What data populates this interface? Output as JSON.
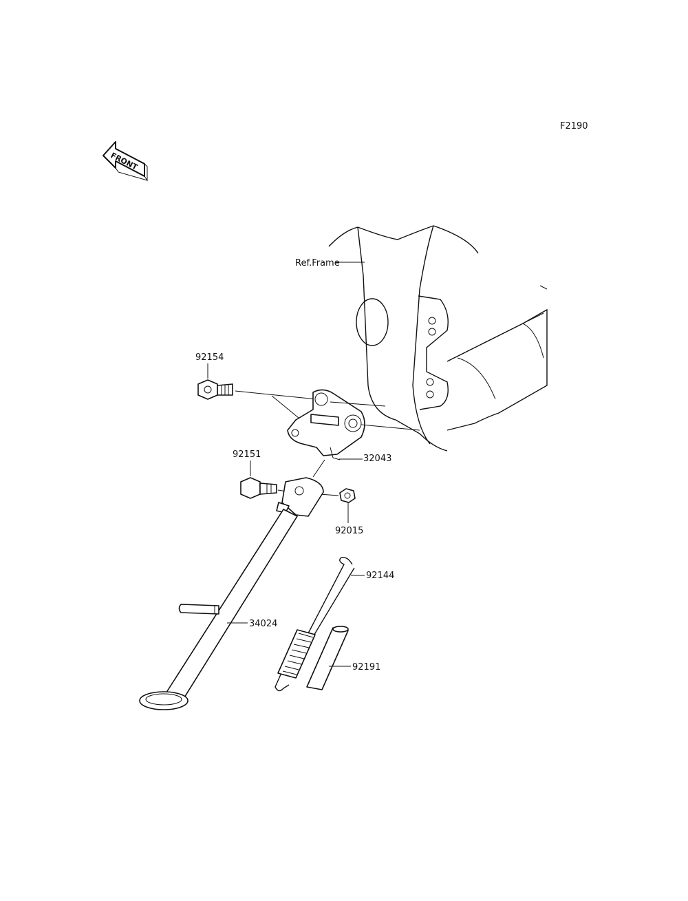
{
  "figure_code": "F2190",
  "front_badge": "FRONT",
  "ref_label": "Ref.Frame",
  "parts": {
    "bolt_92154": "92154",
    "bracket_32043": "32043",
    "bolt_92151": "92151",
    "nut_92015": "92015",
    "spring_92144": "92144",
    "stand_34024": "34024",
    "sleeve_92191": "92191"
  }
}
